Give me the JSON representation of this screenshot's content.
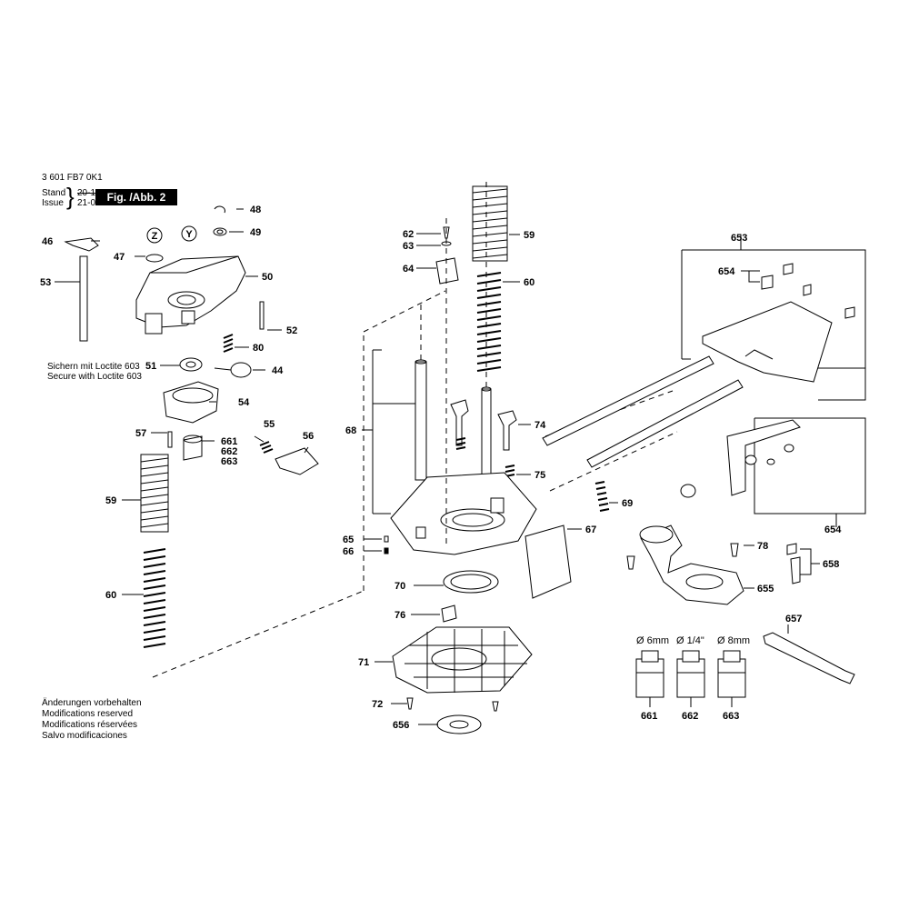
{
  "header": {
    "doc_number": "3 601 FB7 0K1",
    "stand_label": "Stand",
    "issue_label": "Issue",
    "old_date": "20-10",
    "new_date": "21-03-26",
    "figure_label": "Fig. /Abb. 2"
  },
  "notes": {
    "loctite_de": "Sichern mit Loctite 603",
    "loctite_en": "Secure with Loctite 603",
    "modifications": [
      "Änderungen vorbehalten",
      "Modifications reserved",
      "Modifications réservées",
      "Salvo modificaciones"
    ]
  },
  "circle_markers": [
    "Z",
    "Y"
  ],
  "collet_sizes": [
    "Ø 6mm",
    "Ø 1/4\"",
    "Ø 8mm"
  ],
  "part_labels": {
    "p48": "48",
    "p49": "49",
    "p46": "46",
    "p47": "47",
    "p50": "50",
    "p53": "53",
    "p52": "52",
    "p80": "80",
    "p51": "51",
    "p44": "44",
    "p54": "54",
    "p55": "55",
    "p57": "57",
    "p661a": "661",
    "p662a": "662",
    "p663a": "663",
    "p56": "56",
    "p59a": "59",
    "p60a": "60",
    "p62": "62",
    "p63": "63",
    "p64": "64",
    "p59b": "59",
    "p60b": "60",
    "p68": "68",
    "p74": "74",
    "p75": "75",
    "p69": "69",
    "p65": "65",
    "p66": "66",
    "p67": "67",
    "p70": "70",
    "p76": "76",
    "p71": "71",
    "p72": "72",
    "p656": "656",
    "p653": "653",
    "p654a": "654",
    "p654b": "654",
    "p78": "78",
    "p658": "658",
    "p655": "655",
    "p657": "657",
    "p661b": "661",
    "p662b": "662",
    "p663b": "663"
  }
}
